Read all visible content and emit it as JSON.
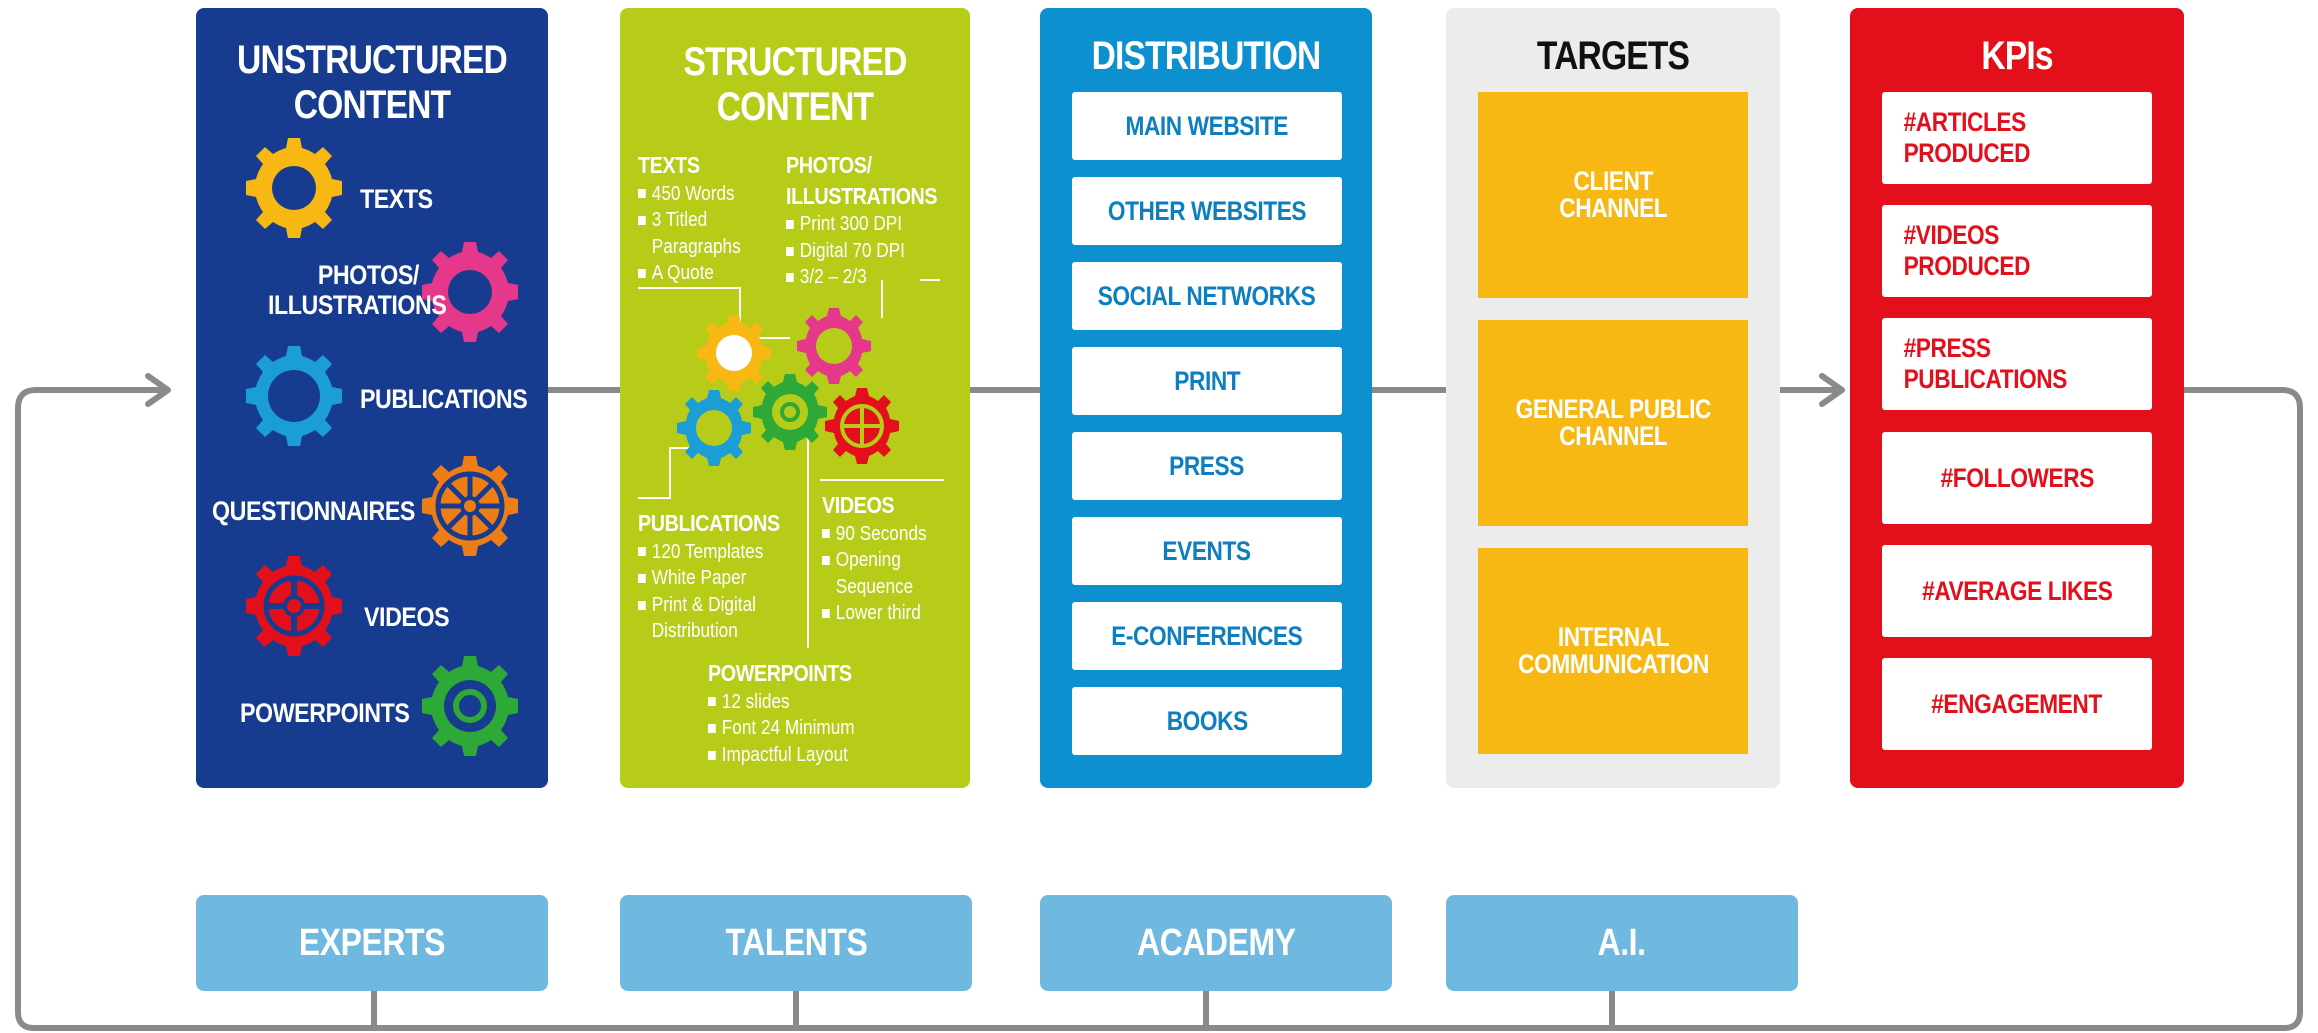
{
  "unstructured": {
    "title_line1": "UNSTRUCTURED",
    "title_line2": "CONTENT",
    "items": [
      {
        "label": "TEXTS",
        "icon": "gear-yellow-icon",
        "color": "#f7b814"
      },
      {
        "label_line1": "PHOTOS/",
        "label_line2": "ILLUSTRATIONS",
        "icon": "gear-pink-icon",
        "color": "#e6388a"
      },
      {
        "label": "PUBLICATIONS",
        "icon": "gear-blue-icon",
        "color": "#1b9ed6"
      },
      {
        "label": "QUESTIONNAIRES",
        "icon": "wheel-orange-icon",
        "color": "#ef7d16"
      },
      {
        "label": "VIDEOS",
        "icon": "wheel-red-icon",
        "color": "#e3101c"
      },
      {
        "label": "POWERPOINTS",
        "icon": "gear-green-icon",
        "color": "#2ea836"
      }
    ]
  },
  "structured": {
    "title_line1": "STRUCTURED",
    "title_line2": "CONTENT",
    "texts": {
      "heading": "TEXTS",
      "lines": [
        "450 Words",
        "3 Titled",
        "Paragraphs",
        "A Quote"
      ]
    },
    "photos": {
      "heading_line1": "PHOTOS/",
      "heading_line2": "ILLUSTRATIONS",
      "lines": [
        "Print 300 DPI",
        "Digital 70 DPI",
        "3/2 – 2/3"
      ]
    },
    "publications": {
      "heading": "PUBLICATIONS",
      "lines": [
        "120 Templates",
        "White Paper",
        "Print & Digital",
        "Distribution"
      ]
    },
    "videos": {
      "heading": "VIDEOS",
      "lines": [
        "90 Seconds",
        "Opening",
        "Sequence",
        "Lower third"
      ]
    },
    "powerpoints": {
      "heading": "POWERPOINTS",
      "lines": [
        "12 slides",
        "Font 24 Minimum",
        "Impactful Layout"
      ]
    }
  },
  "distribution": {
    "title": "DISTRIBUTION",
    "items": [
      "MAIN WEBSITE",
      "OTHER WEBSITES",
      "SOCIAL NETWORKS",
      "PRINT",
      "PRESS",
      "EVENTS",
      "E-CONFERENCES",
      "BOOKS"
    ]
  },
  "targets": {
    "title": "TARGETS",
    "items": [
      {
        "line1": "CLIENT",
        "line2": "CHANNEL"
      },
      {
        "line1": "GENERAL PUBLIC",
        "line2": "CHANNEL"
      },
      {
        "line1": "INTERNAL",
        "line2": "COMMUNICATION"
      }
    ]
  },
  "kpis": {
    "title": "KPIs",
    "items": [
      "#ARTICLES PRODUCED",
      "#VIDEOS PRODUCED",
      "#PRESS PUBLICATIONS",
      "#FOLLOWERS",
      "#AVERAGE LIKES",
      "#ENGAGEMENT"
    ]
  },
  "support": [
    "EXPERTS",
    "TALENTS",
    "ACADEMY",
    "A.I."
  ],
  "colors": {
    "unstructured_bg": "#173b8e",
    "structured_bg": "#b6cc18",
    "distribution_bg": "#0d90cf",
    "targets_bg": "#ececec",
    "targets_box": "#f7b814",
    "kpis_bg": "#e3101c",
    "support_bg": "#6fb9e0",
    "connector": "#8a8a8a"
  }
}
